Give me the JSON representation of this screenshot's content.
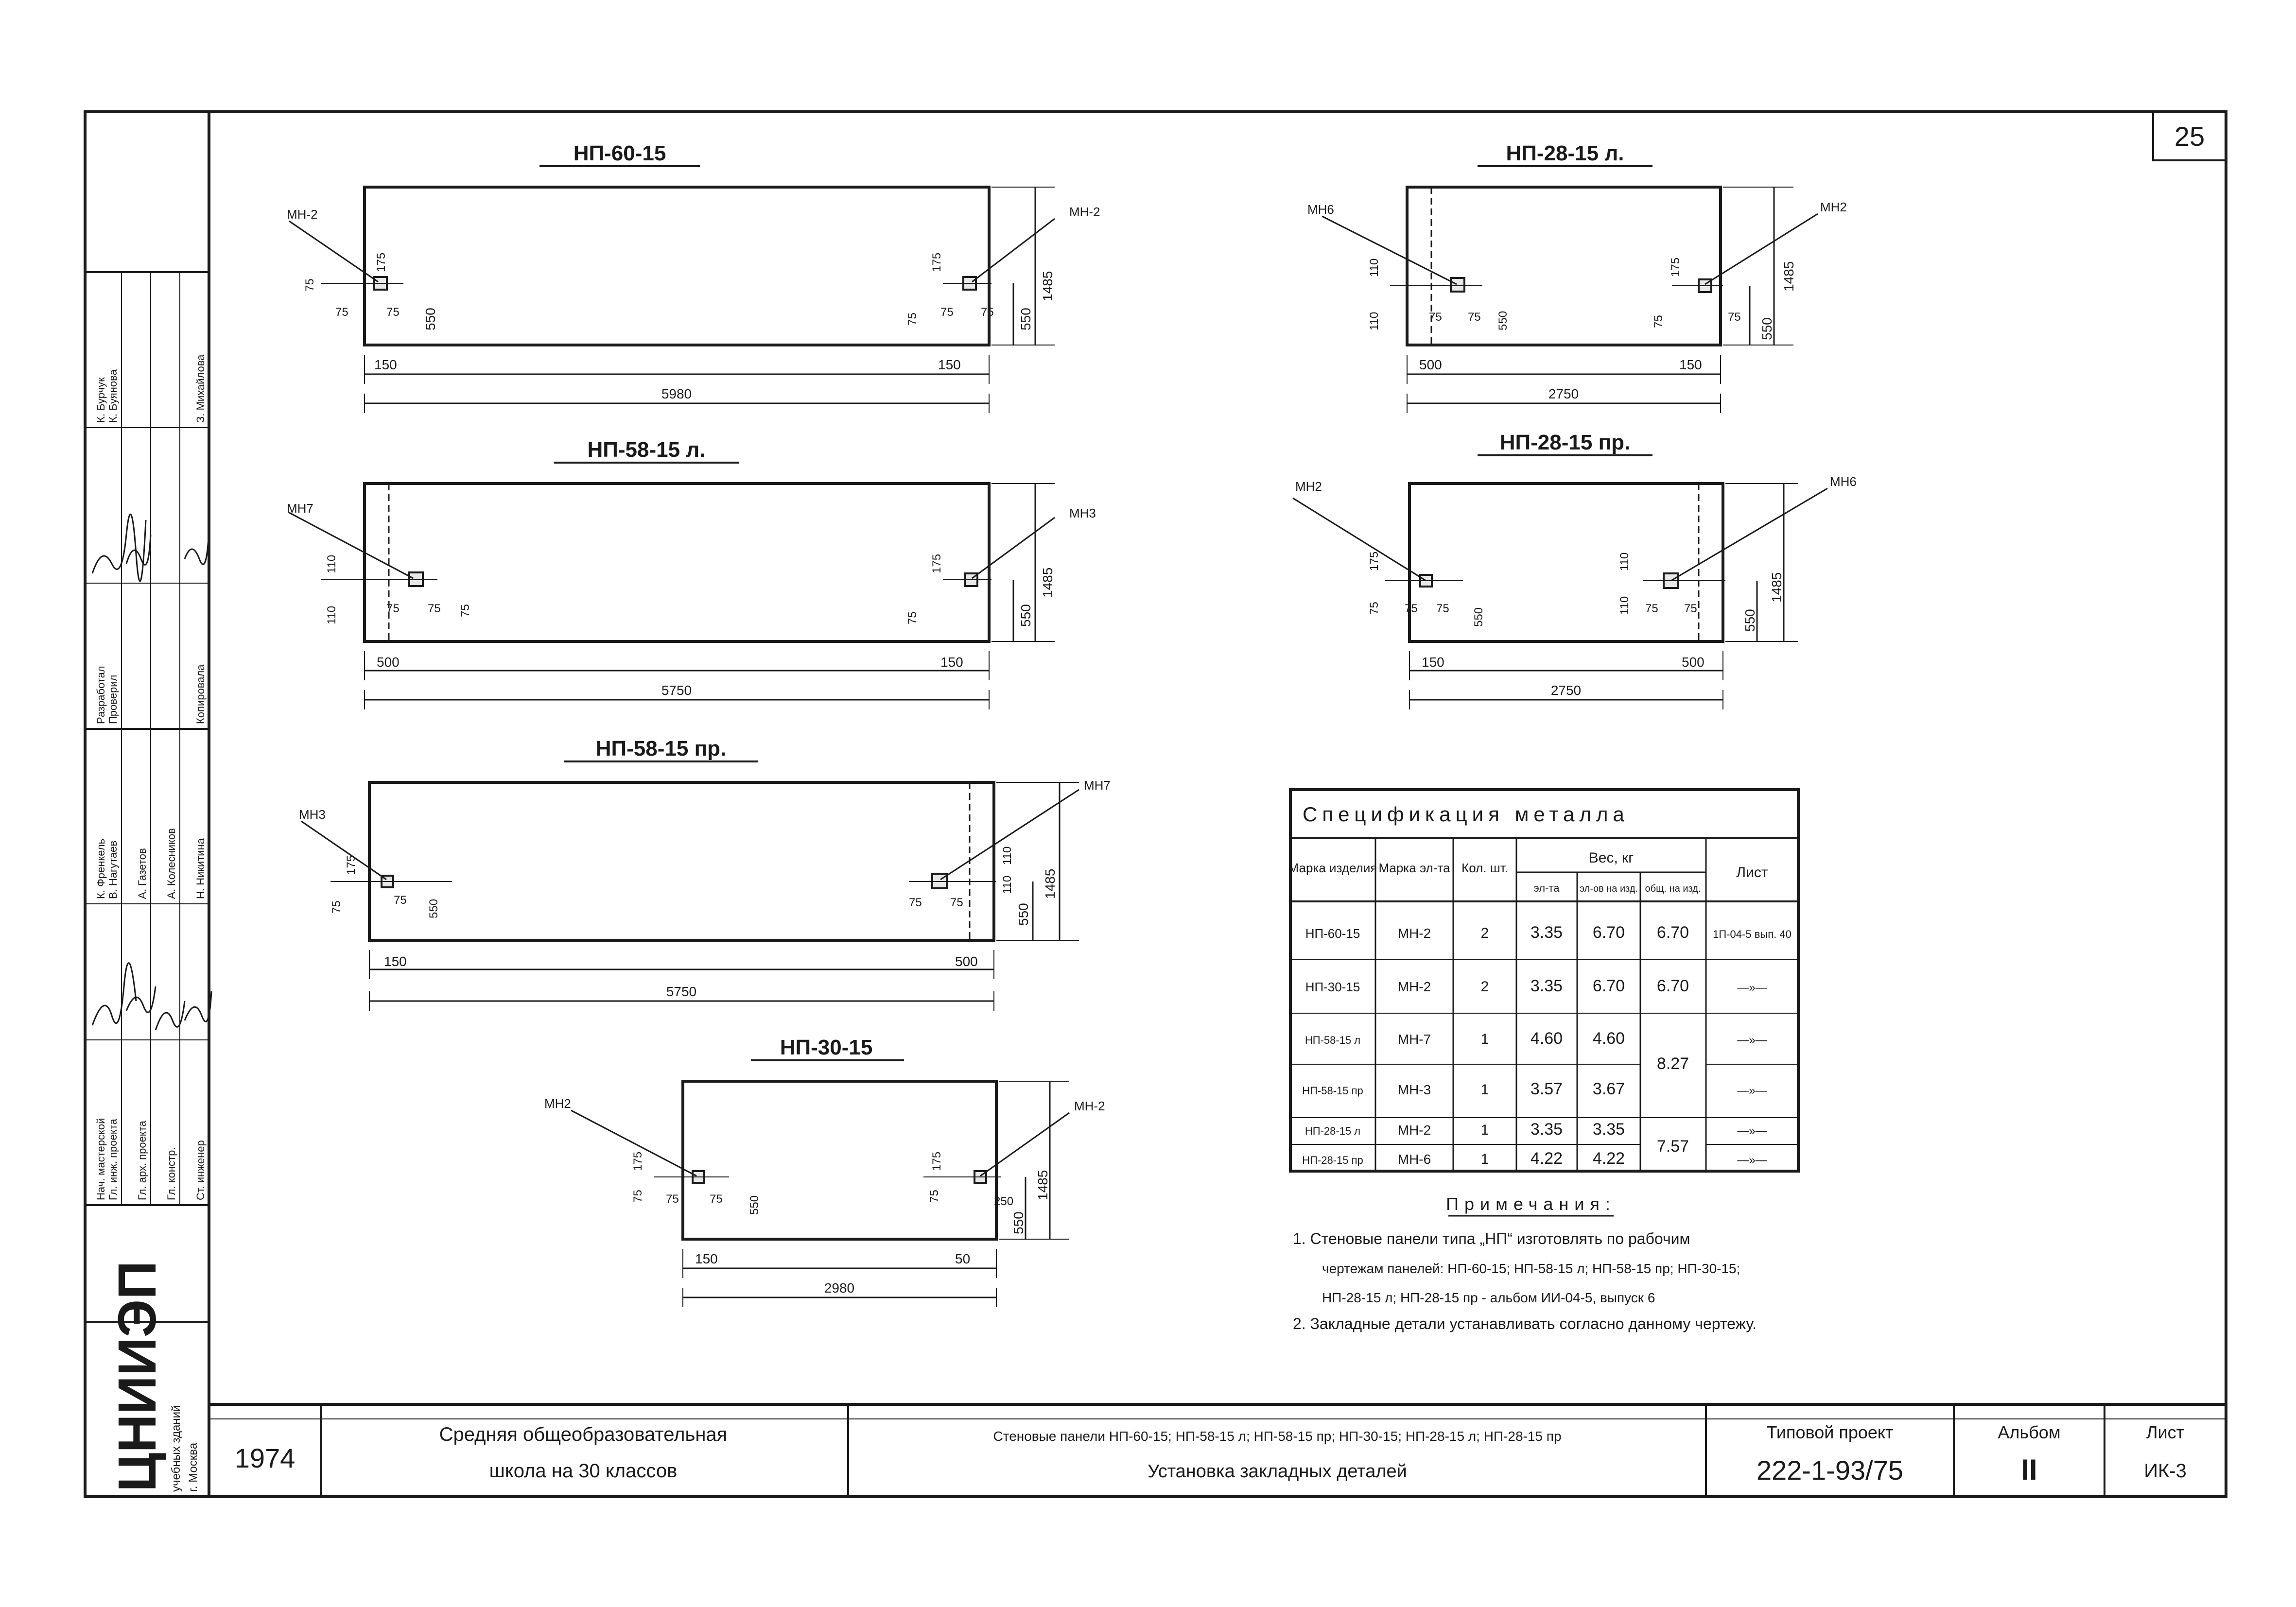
{
  "sheet": {
    "page_number": "25",
    "year": "1974",
    "project_title_line1": "Средняя общеобразовательная",
    "project_title_line2": "школа на 30 классов",
    "drawing_title_line1": "Стеновые панели НП-60-15; НП-58-15 л; НП-58-15 пр; НП-30-15; НП-28-15 л; НП-28-15 пр",
    "drawing_title_line2": "Установка закладных деталей",
    "typical_project_label": "Типовой проект",
    "typical_project_number": "222-1-93/75",
    "album_label": "Альбом",
    "album_number": "II",
    "sheet_label": "Лист",
    "sheet_code": "ИК-3",
    "org_name": "ЦНИИЭП",
    "org_sub1": "учебных зданий",
    "org_sub2": "г. Москва"
  },
  "title_block": {
    "roles": [
      "Нач. мастерской",
      "Гл. инж. проекта",
      "Гл. арх. проекта",
      "Гл. констр.",
      "Ст. инженер"
    ],
    "names": [
      "К. Френкель",
      "В. Нагутаев",
      "А. Газетов",
      "А. Колесников",
      "Н. Никитина"
    ],
    "roles2": [
      "Разработал",
      "Проверил",
      "Копировала"
    ],
    "names2": [
      "К. Бурчук",
      "К. Буянова",
      "З. Михайлова"
    ]
  },
  "panels": [
    {
      "title": "НП-60-15",
      "parts": [
        "МН-2",
        "МН-2"
      ],
      "dims": [
        "75",
        "75",
        "75",
        "175",
        "550",
        "150",
        "5980",
        "150",
        "75",
        "75",
        "75",
        "175",
        "550",
        "1485"
      ]
    },
    {
      "title": "НП-58-15 л.",
      "parts": [
        "МН7",
        "МН3"
      ],
      "dims": [
        "110",
        "110",
        "75",
        "75",
        "75",
        "500",
        "5750",
        "150",
        "75",
        "175",
        "550",
        "1485"
      ]
    },
    {
      "title": "НП-58-15 пр.",
      "parts": [
        "МН3",
        "МН7"
      ],
      "dims": [
        "75",
        "175",
        "75",
        "550",
        "150",
        "5750",
        "500",
        "75",
        "75",
        "110",
        "110",
        "550",
        "1485"
      ]
    },
    {
      "title": "НП-30-15",
      "parts": [
        "МН2",
        "МН-2"
      ],
      "dims": [
        "75",
        "175",
        "75",
        "75",
        "550",
        "150",
        "2980",
        "50",
        "75",
        "175",
        "250",
        "550",
        "1485"
      ]
    },
    {
      "title": "НП-28-15 л.",
      "parts": [
        "МН6",
        "МН2"
      ],
      "dims": [
        "110",
        "110",
        "75",
        "75",
        "550",
        "500",
        "2750",
        "150",
        "75",
        "175",
        "75",
        "550",
        "1485"
      ]
    },
    {
      "title": "НП-28-15 пр.",
      "parts": [
        "МН2",
        "МН6"
      ],
      "dims": [
        "75",
        "175",
        "75",
        "75",
        "550",
        "150",
        "2750",
        "500",
        "110",
        "110",
        "75",
        "75",
        "550",
        "1485"
      ]
    }
  ],
  "spec": {
    "title": "Спецификация металла",
    "headers": {
      "mark_product": "Марка изделия",
      "mark_element": "Марка эл-та",
      "qty": "Кол. шт.",
      "weight": "Вес, кг",
      "w_element": "эл-та",
      "w_product": "эл-ов на изд.",
      "w_total": "общ. на изд.",
      "sheet": "Лист"
    },
    "rows": [
      {
        "product": "НП-60-15",
        "element": "МН-2",
        "qty": "2",
        "w_el": "3.35",
        "w_prod": "6.70",
        "w_total": "6.70",
        "sheet": "1П-04-5 вып. 40"
      },
      {
        "product": "НП-30-15",
        "element": "МН-2",
        "qty": "2",
        "w_el": "3.35",
        "w_prod": "6.70",
        "w_total": "6.70",
        "sheet": "—»—"
      },
      {
        "product": "НП-58-15 л",
        "element": "МН-7",
        "qty": "1",
        "w_el": "4.60",
        "w_prod": "4.60",
        "w_total": "8.27",
        "sheet": "—»—"
      },
      {
        "product": "НП-58-15 пр",
        "element": "МН-3",
        "qty": "1",
        "w_el": "3.57",
        "w_prod": "3.67",
        "w_total": "",
        "sheet": "—»—"
      },
      {
        "product": "НП-28-15 л",
        "element": "МН-2",
        "qty": "1",
        "w_el": "3.35",
        "w_prod": "3.35",
        "w_total": "7.57",
        "sheet": "—»—"
      },
      {
        "product": "НП-28-15 пр",
        "element": "МН-6",
        "qty": "1",
        "w_el": "4.22",
        "w_prod": "4.22",
        "w_total": "",
        "sheet": "—»—"
      }
    ]
  },
  "notes": {
    "title": "Примечания:",
    "items": [
      "1. Стеновые панели типа „НП“ изготовлять по рабочим",
      "чертежам панелей: НП-60-15; НП-58-15 л; НП-58-15 пр; НП-30-15;",
      "НП-28-15 л; НП-28-15 пр - альбом ИИ-04-5, выпуск 6",
      "2. Закладные детали устанавливать согласно данному чертежу."
    ]
  }
}
